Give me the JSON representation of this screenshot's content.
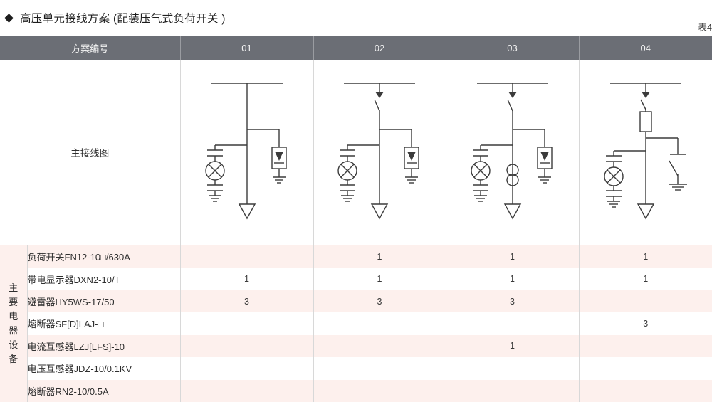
{
  "title": {
    "bullet": "diamond-bullet",
    "text": "高压单元接线方案 (配装压气式负荷开关 )",
    "table_number": "表4"
  },
  "table": {
    "header": {
      "scheme_label": "方案编号",
      "schemes": [
        "01",
        "02",
        "03",
        "04"
      ]
    },
    "diagram_row": {
      "label": "主接线图"
    },
    "equipment_section": {
      "vertical_label": "主要电器设备",
      "vertical_label_chars": [
        "主",
        "要",
        "电",
        "器",
        "设",
        "备"
      ],
      "rows": [
        {
          "label": "负荷开关FN12-10□/630A",
          "values": [
            "",
            "1",
            "1",
            "1"
          ]
        },
        {
          "label": "带电显示器DXN2-10/T",
          "values": [
            "1",
            "1",
            "1",
            "1"
          ]
        },
        {
          "label": "避雷器HY5WS-17/50",
          "values": [
            "3",
            "3",
            "3",
            ""
          ]
        },
        {
          "label": "熔断器SF[D]LAJ-□",
          "values": [
            "",
            "",
            "",
            "3"
          ]
        },
        {
          "label": "电流互感器LZJ[LFS]-10",
          "values": [
            "",
            "",
            "1",
            ""
          ]
        },
        {
          "label": "电压互感器JDZ-10/0.1KV",
          "values": [
            "",
            "",
            "",
            ""
          ]
        },
        {
          "label": "熔断器RN2-10/0.5A",
          "values": [
            "",
            "",
            "",
            ""
          ]
        }
      ]
    }
  },
  "diagrams": [
    {
      "scheme": "01",
      "components": [
        "busbar",
        "voltage-indicator",
        "surge-arrester",
        "cable-termination"
      ]
    },
    {
      "scheme": "02",
      "components": [
        "busbar",
        "load-switch",
        "voltage-indicator",
        "surge-arrester",
        "cable-termination"
      ]
    },
    {
      "scheme": "03",
      "components": [
        "busbar",
        "load-switch",
        "voltage-indicator",
        "surge-arrester",
        "current-transformer",
        "cable-termination"
      ]
    },
    {
      "scheme": "04",
      "components": [
        "busbar",
        "load-switch",
        "fuse",
        "voltage-indicator",
        "earthing-switch",
        "cable-termination"
      ]
    }
  ],
  "colors": {
    "header_bg": "#6b6e75",
    "header_text": "#f2f2f2",
    "row_pink": "#fdf0ed",
    "row_white": "#ffffff",
    "grid_line": "#d8d8d8",
    "diagram_stroke": "#3b3b3b",
    "text": "#2e2e2e"
  }
}
